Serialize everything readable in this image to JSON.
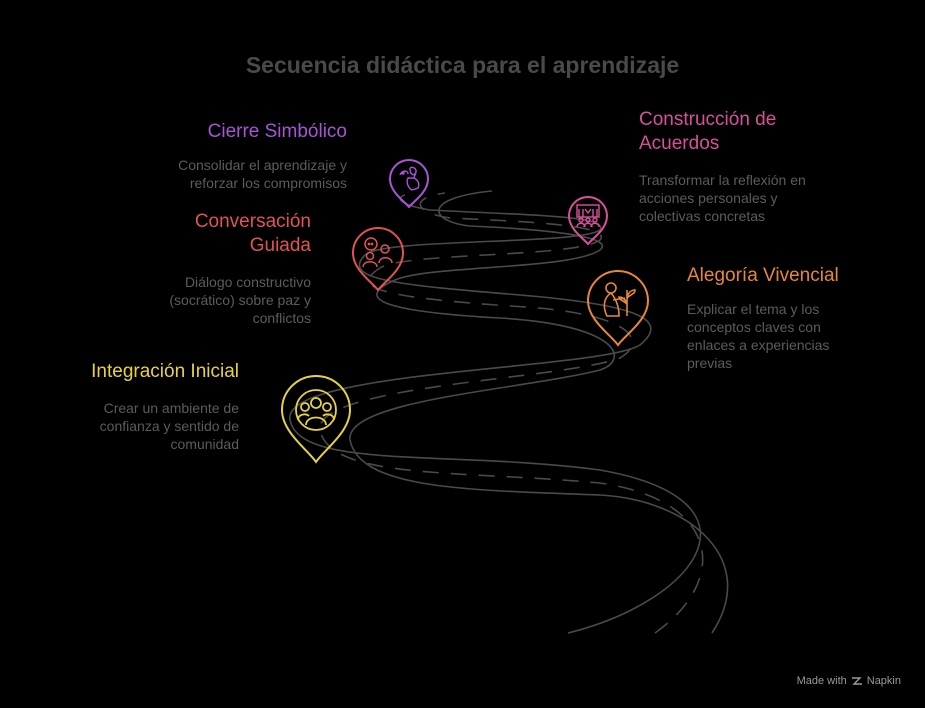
{
  "title": "Secuencia didáctica para el aprendizaje",
  "steps": [
    {
      "heading": "Integración Inicial",
      "description": "Crear un ambiente de\nconfianza y sentido de\ncomunidad",
      "color": "#e6d33e",
      "icon": "community-icon"
    },
    {
      "heading": "Alegoría Vivencial",
      "description": "Explicar el tema y los\nconceptos claves con\nenlaces a experiencias\nprevias",
      "color": "#e8873a",
      "icon": "person-with-plant-icon"
    },
    {
      "heading": "Conversación\nGuiada",
      "description": "Diálogo constructivo\n(socrático) sobre paz y\nconflictos",
      "color": "#e25258",
      "icon": "conversation-people-icon"
    },
    {
      "heading": "Construcción de\nAcuerdos",
      "description": "Transformar la reflexión en\nacciones personales y\ncolectivas concretas",
      "color": "#d9509a",
      "icon": "group-agreement-icon"
    },
    {
      "heading": "Cierre Simbólico",
      "description": "Consolidar el aprendizaje y\nreforzar los compromisos",
      "color": "#a854d8",
      "icon": "symbolic-gesture-icon"
    }
  ],
  "credit": {
    "made_with": "Made with",
    "brand": "Napkin"
  }
}
